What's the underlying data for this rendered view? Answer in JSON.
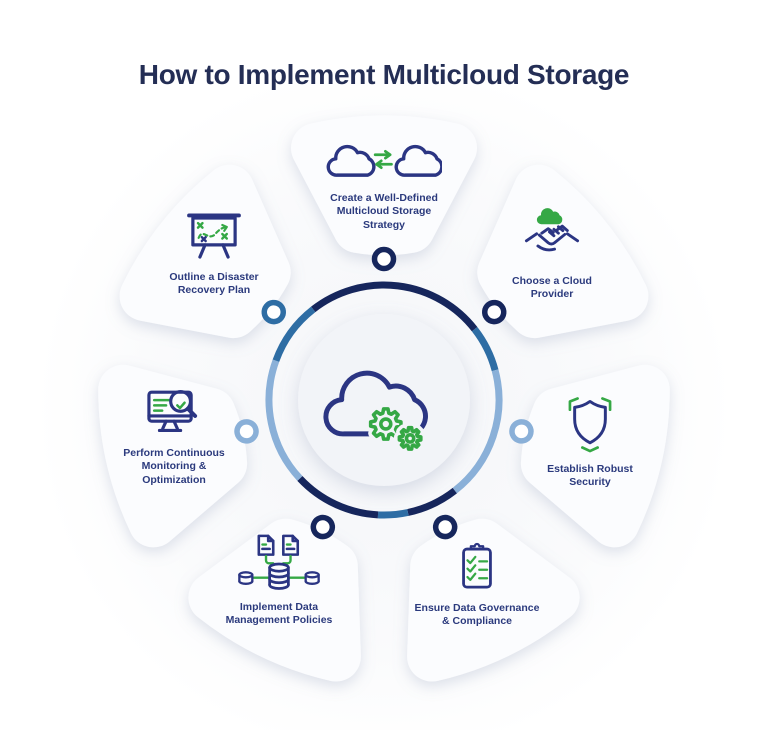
{
  "title": "How to Implement Multicloud Storage",
  "palette": {
    "navy": "#16265C",
    "medium_blue": "#2E6DA4",
    "light_blue": "#8AB0D8",
    "icon_navy": "#2B3583",
    "green": "#35A845",
    "label_text": "#2B3A7D",
    "title_text": "#242E55",
    "petal_fill": "#FBFCFE",
    "center_circle_fill": "#F2F4F8"
  },
  "center": {
    "icon": "cloud-gears-icon"
  },
  "ring": {
    "segments": [
      {
        "from": -38,
        "to": 52,
        "color": "navy"
      },
      {
        "from": 52,
        "to": 75,
        "color": "medium_blue"
      },
      {
        "from": 75,
        "to": 142,
        "color": "light_blue"
      },
      {
        "from": 142,
        "to": 168,
        "color": "navy"
      },
      {
        "from": 168,
        "to": 183,
        "color": "medium_blue"
      },
      {
        "from": 183,
        "to": 227,
        "color": "navy"
      },
      {
        "from": 227,
        "to": 290,
        "color": "light_blue"
      },
      {
        "from": 290,
        "to": 322,
        "color": "medium_blue"
      }
    ]
  },
  "steps": [
    {
      "id": "multicloud-strategy",
      "label": "Create a Well-Defined\nMulticloud Storage\nStrategy",
      "icon": "clouds-sync-icon",
      "dot_color": "navy"
    },
    {
      "id": "choose-provider",
      "label": "Choose a Cloud\nProvider",
      "icon": "cloud-handshake-icon",
      "dot_color": "navy"
    },
    {
      "id": "robust-security",
      "label": "Establish Robust\nSecurity",
      "icon": "shield-icon",
      "dot_color": "light_blue"
    },
    {
      "id": "data-governance",
      "label": "Ensure Data Governance\n& Compliance",
      "icon": "clipboard-check-icon",
      "dot_color": "navy"
    },
    {
      "id": "data-management",
      "label": "Implement Data\nManagement Policies",
      "icon": "documents-database-icon",
      "dot_color": "navy"
    },
    {
      "id": "monitoring-optimization",
      "label": "Perform Continuous\nMonitoring &\nOptimization",
      "icon": "monitor-search-icon",
      "dot_color": "light_blue"
    },
    {
      "id": "disaster-recovery",
      "label": "Outline a Disaster\nRecovery Plan",
      "icon": "strategy-board-icon",
      "dot_color": "medium_blue"
    }
  ]
}
